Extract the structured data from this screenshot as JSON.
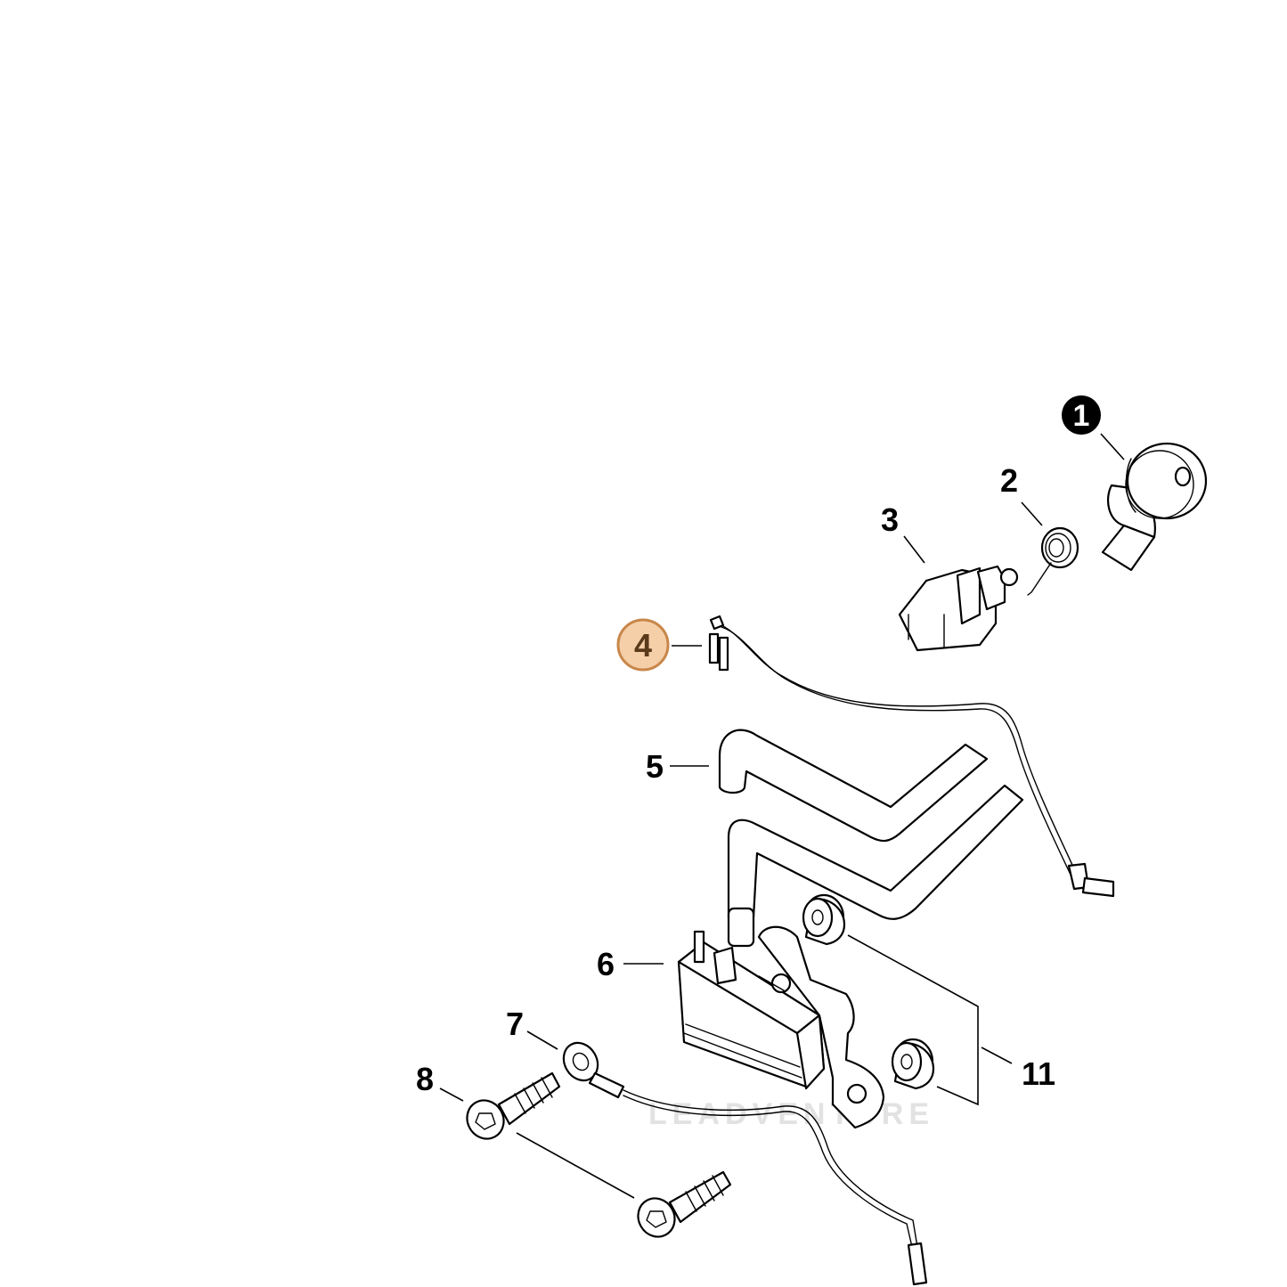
{
  "diagram": {
    "callouts": [
      {
        "id": "1",
        "label": "1",
        "style": "filled-black"
      },
      {
        "id": "2",
        "label": "2",
        "style": "plain"
      },
      {
        "id": "3",
        "label": "3",
        "style": "plain"
      },
      {
        "id": "4",
        "label": "4",
        "style": "highlighted"
      },
      {
        "id": "5",
        "label": "5",
        "style": "plain"
      },
      {
        "id": "6",
        "label": "6",
        "style": "plain"
      },
      {
        "id": "7",
        "label": "7",
        "style": "plain"
      },
      {
        "id": "8",
        "label": "8",
        "style": "plain"
      },
      {
        "id": "11",
        "label": "11",
        "style": "plain"
      }
    ],
    "highlight_color": "#f5cfa8",
    "highlight_border": "#c8874a",
    "watermark": "LEADVENTURE"
  }
}
